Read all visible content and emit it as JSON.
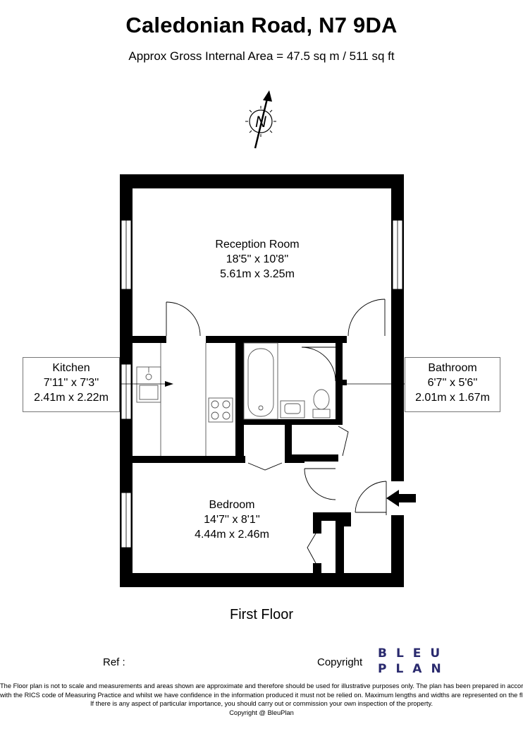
{
  "header": {
    "title": "Caledonian Road, N7 9DA",
    "subtitle": "Approx Gross Internal Area = 47.5 sq m / 511 sq ft"
  },
  "compass": {
    "letter": "N"
  },
  "rooms": {
    "reception": {
      "name": "Reception Room",
      "imperial": "18'5'' x 10'8''",
      "metric": "5.61m x 3.25m"
    },
    "kitchen": {
      "name": "Kitchen",
      "imperial": "7'11'' x 7'3''",
      "metric": "2.41m x 2.22m"
    },
    "bathroom": {
      "name": "Bathroom",
      "imperial": "6'7'' x 5'6''",
      "metric": "2.01m x 1.67m"
    },
    "bedroom": {
      "name": "Bedroom",
      "imperial": "14'7'' x 8'1''",
      "metric": "4.44m x 2.46m"
    }
  },
  "floor_name": "First Floor",
  "footer": {
    "ref_label": "Ref  :",
    "copyright_label": "Copyright",
    "logo_line1": "BLEU",
    "logo_line2": "PLAN",
    "disclaimer_line1": "The Floor plan is not to scale and measurements and areas shown are approximate and therefore should be used for illustrative purposes only. The plan has been prepared in accordance",
    "disclaimer_line2": "with the RICS code of Measuring Practice and whilst we have confidence in the information produced it must not be relied on. Maximum lengths and widths are represented on the floor plan.",
    "disclaimer_line3": "If there is any aspect of particular importance, you should carry out or commission your own inspection of the property.",
    "disclaimer_line4": "Copyright @ BleuPlan"
  },
  "colors": {
    "wall": "#000000",
    "logo": "#2a2a6e",
    "fixture": "#555555"
  }
}
